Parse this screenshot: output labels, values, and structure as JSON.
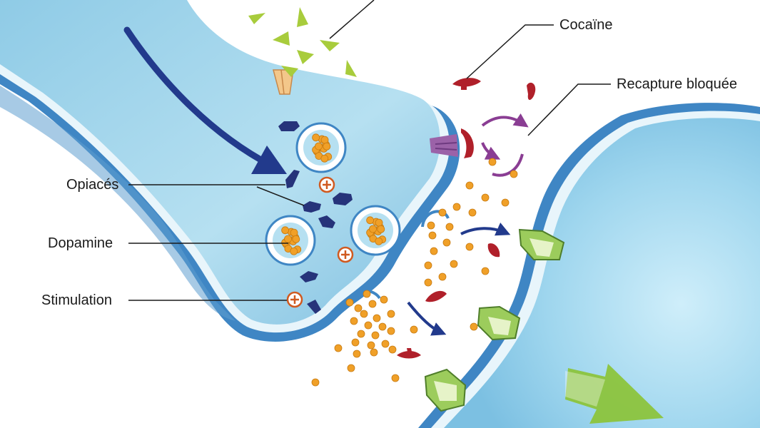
{
  "labels": {
    "cocaine": "Cocaïne",
    "reuptake_blocked": "Recapture bloquée",
    "opiates": "Opiacés",
    "dopamine": "Dopamine",
    "stimulation": "Stimulation"
  },
  "colors": {
    "neuron_fill": "#a9d9ec",
    "neuron_edge": "#3f86c4",
    "membrane": "#e8f5fb",
    "flow_arrow": "#223a8c",
    "opiate_marker": "#26337a",
    "dopamine": "#f0a028",
    "cocaine": "#b0202a",
    "transporter": "#9b62a8",
    "receptor": "#9ccc5c",
    "reuptake_arrow": "#8a3d93",
    "output_arrow": "#8cc43c",
    "drug_particles": "#a8cc3c"
  },
  "icons": {
    "stimulation_marker": "plus-circle-icon",
    "cocaine_molecule": "cocaine-molecule-icon",
    "opiate_molecule": "opiate-molecule-icon"
  }
}
